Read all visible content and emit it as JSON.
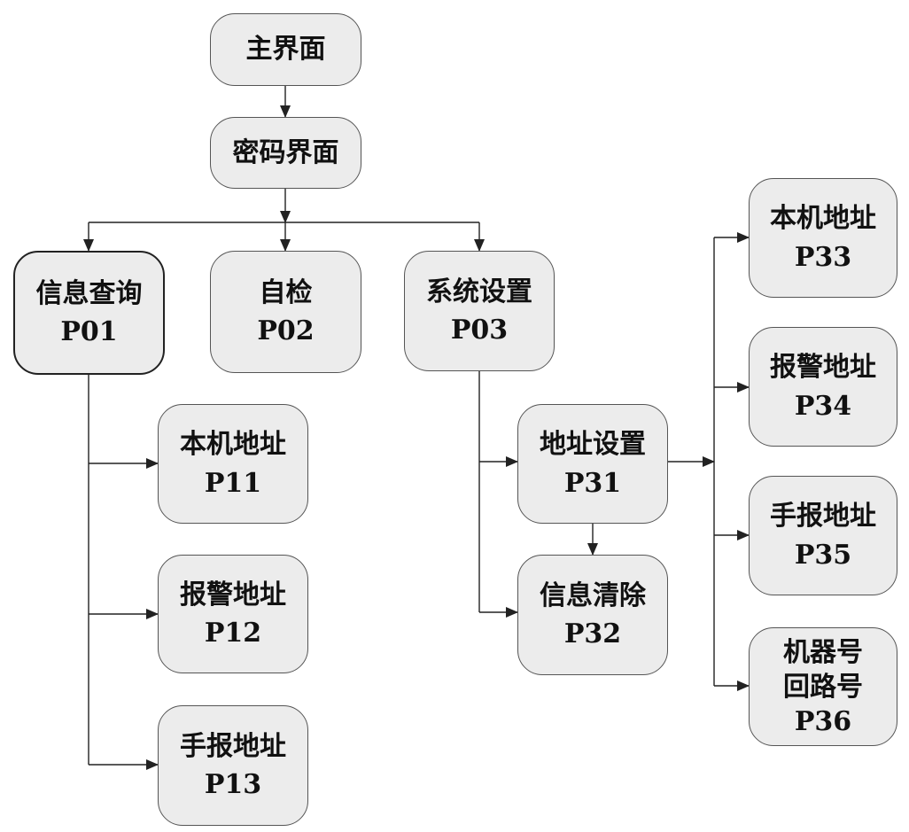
{
  "nodes": {
    "main_screen": {
      "label": "主界面"
    },
    "password_screen": {
      "label": "密码界面"
    },
    "info_query": {
      "label": "信息查询",
      "code": "P01"
    },
    "self_check": {
      "label": "自检",
      "code": "P02"
    },
    "system_settings": {
      "label": "系统设置",
      "code": "P03"
    },
    "local_address_p11": {
      "label": "本机地址",
      "code": "P11"
    },
    "alarm_address_p12": {
      "label": "报警地址",
      "code": "P12"
    },
    "manual_alarm_address_p13": {
      "label": "手报地址",
      "code": "P13"
    },
    "address_settings": {
      "label": "地址设置",
      "code": "P31"
    },
    "info_clear": {
      "label": "信息清除",
      "code": "P32"
    },
    "local_address_p33": {
      "label": "本机地址",
      "code": "P33"
    },
    "alarm_address_p34": {
      "label": "报警地址",
      "code": "P34"
    },
    "manual_alarm_address_p35": {
      "label": "手报地址",
      "code": "P35"
    },
    "machine_loop_number": {
      "label_line1": "机器号",
      "label_line2": "回路号",
      "code": "P36"
    }
  },
  "colors": {
    "node_fill": "#ececec",
    "node_border": "#555555",
    "line": "#222222"
  }
}
